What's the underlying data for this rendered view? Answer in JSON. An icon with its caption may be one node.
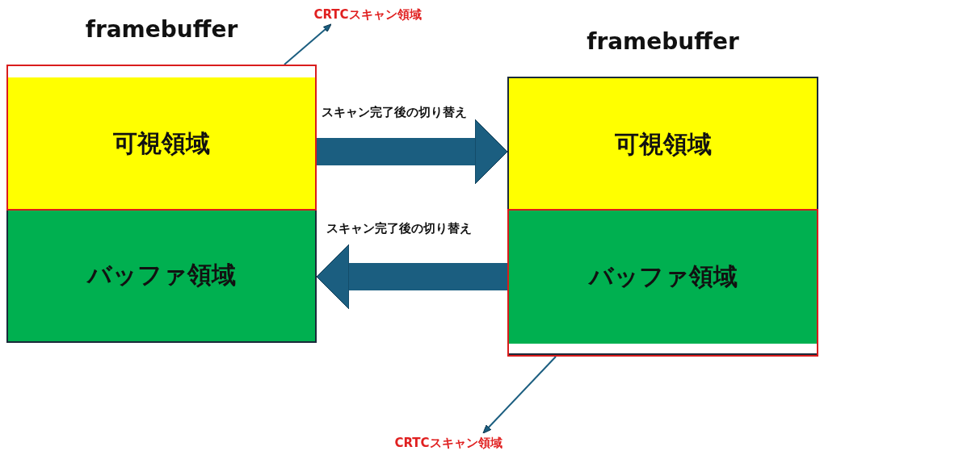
{
  "diagram": {
    "nodes": [
      {
        "text": [
          "framebuffer"
        ]
      },
      {
        "text": [
          "可視領域"
        ],
        "in": 0
      },
      {
        "text": [
          "バッファ領域"
        ],
        "in": 0
      },
      {
        "text": [],
        "shape": "box",
        "in": 0
      },
      {
        "text": [
          "framebuffer"
        ]
      },
      {
        "text": [
          "可視領域"
        ],
        "in": 4
      },
      {
        "text": [
          "バッファ領域"
        ],
        "in": 4
      },
      {
        "text": [],
        "shape": "box",
        "in": 4
      },
      {
        "text": [
          "CRTCスキャン領域"
        ]
      },
      {
        "text": [
          "CRTCスキャン領域"
        ]
      }
    ],
    "edges": [
      {
        "from": 0,
        "to": 4,
        "arrow": "to",
        "label": "スキャン完了後の切り替え",
        "style": "thick"
      },
      {
        "from": 4,
        "to": 0,
        "arrow": "to",
        "label": "スキャン完了後の切り替え",
        "style": "thick"
      },
      {
        "from": 3,
        "to": 8,
        "arrow": "to"
      },
      {
        "from": 7,
        "to": 9,
        "arrow": "to"
      }
    ]
  }
}
